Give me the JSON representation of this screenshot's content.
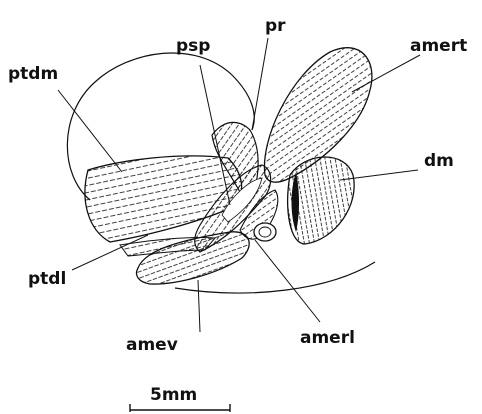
{
  "labels": {
    "ptdm": "ptdm",
    "psp": "psp",
    "pr": "pr",
    "amert": "amert",
    "dm": "dm",
    "ptdl": "ptdl",
    "amev": "amev",
    "amerl": "amerl"
  },
  "scale_bar": {
    "label": "5mm"
  },
  "colors": {
    "ink": "#111111",
    "background": "#ffffff"
  }
}
